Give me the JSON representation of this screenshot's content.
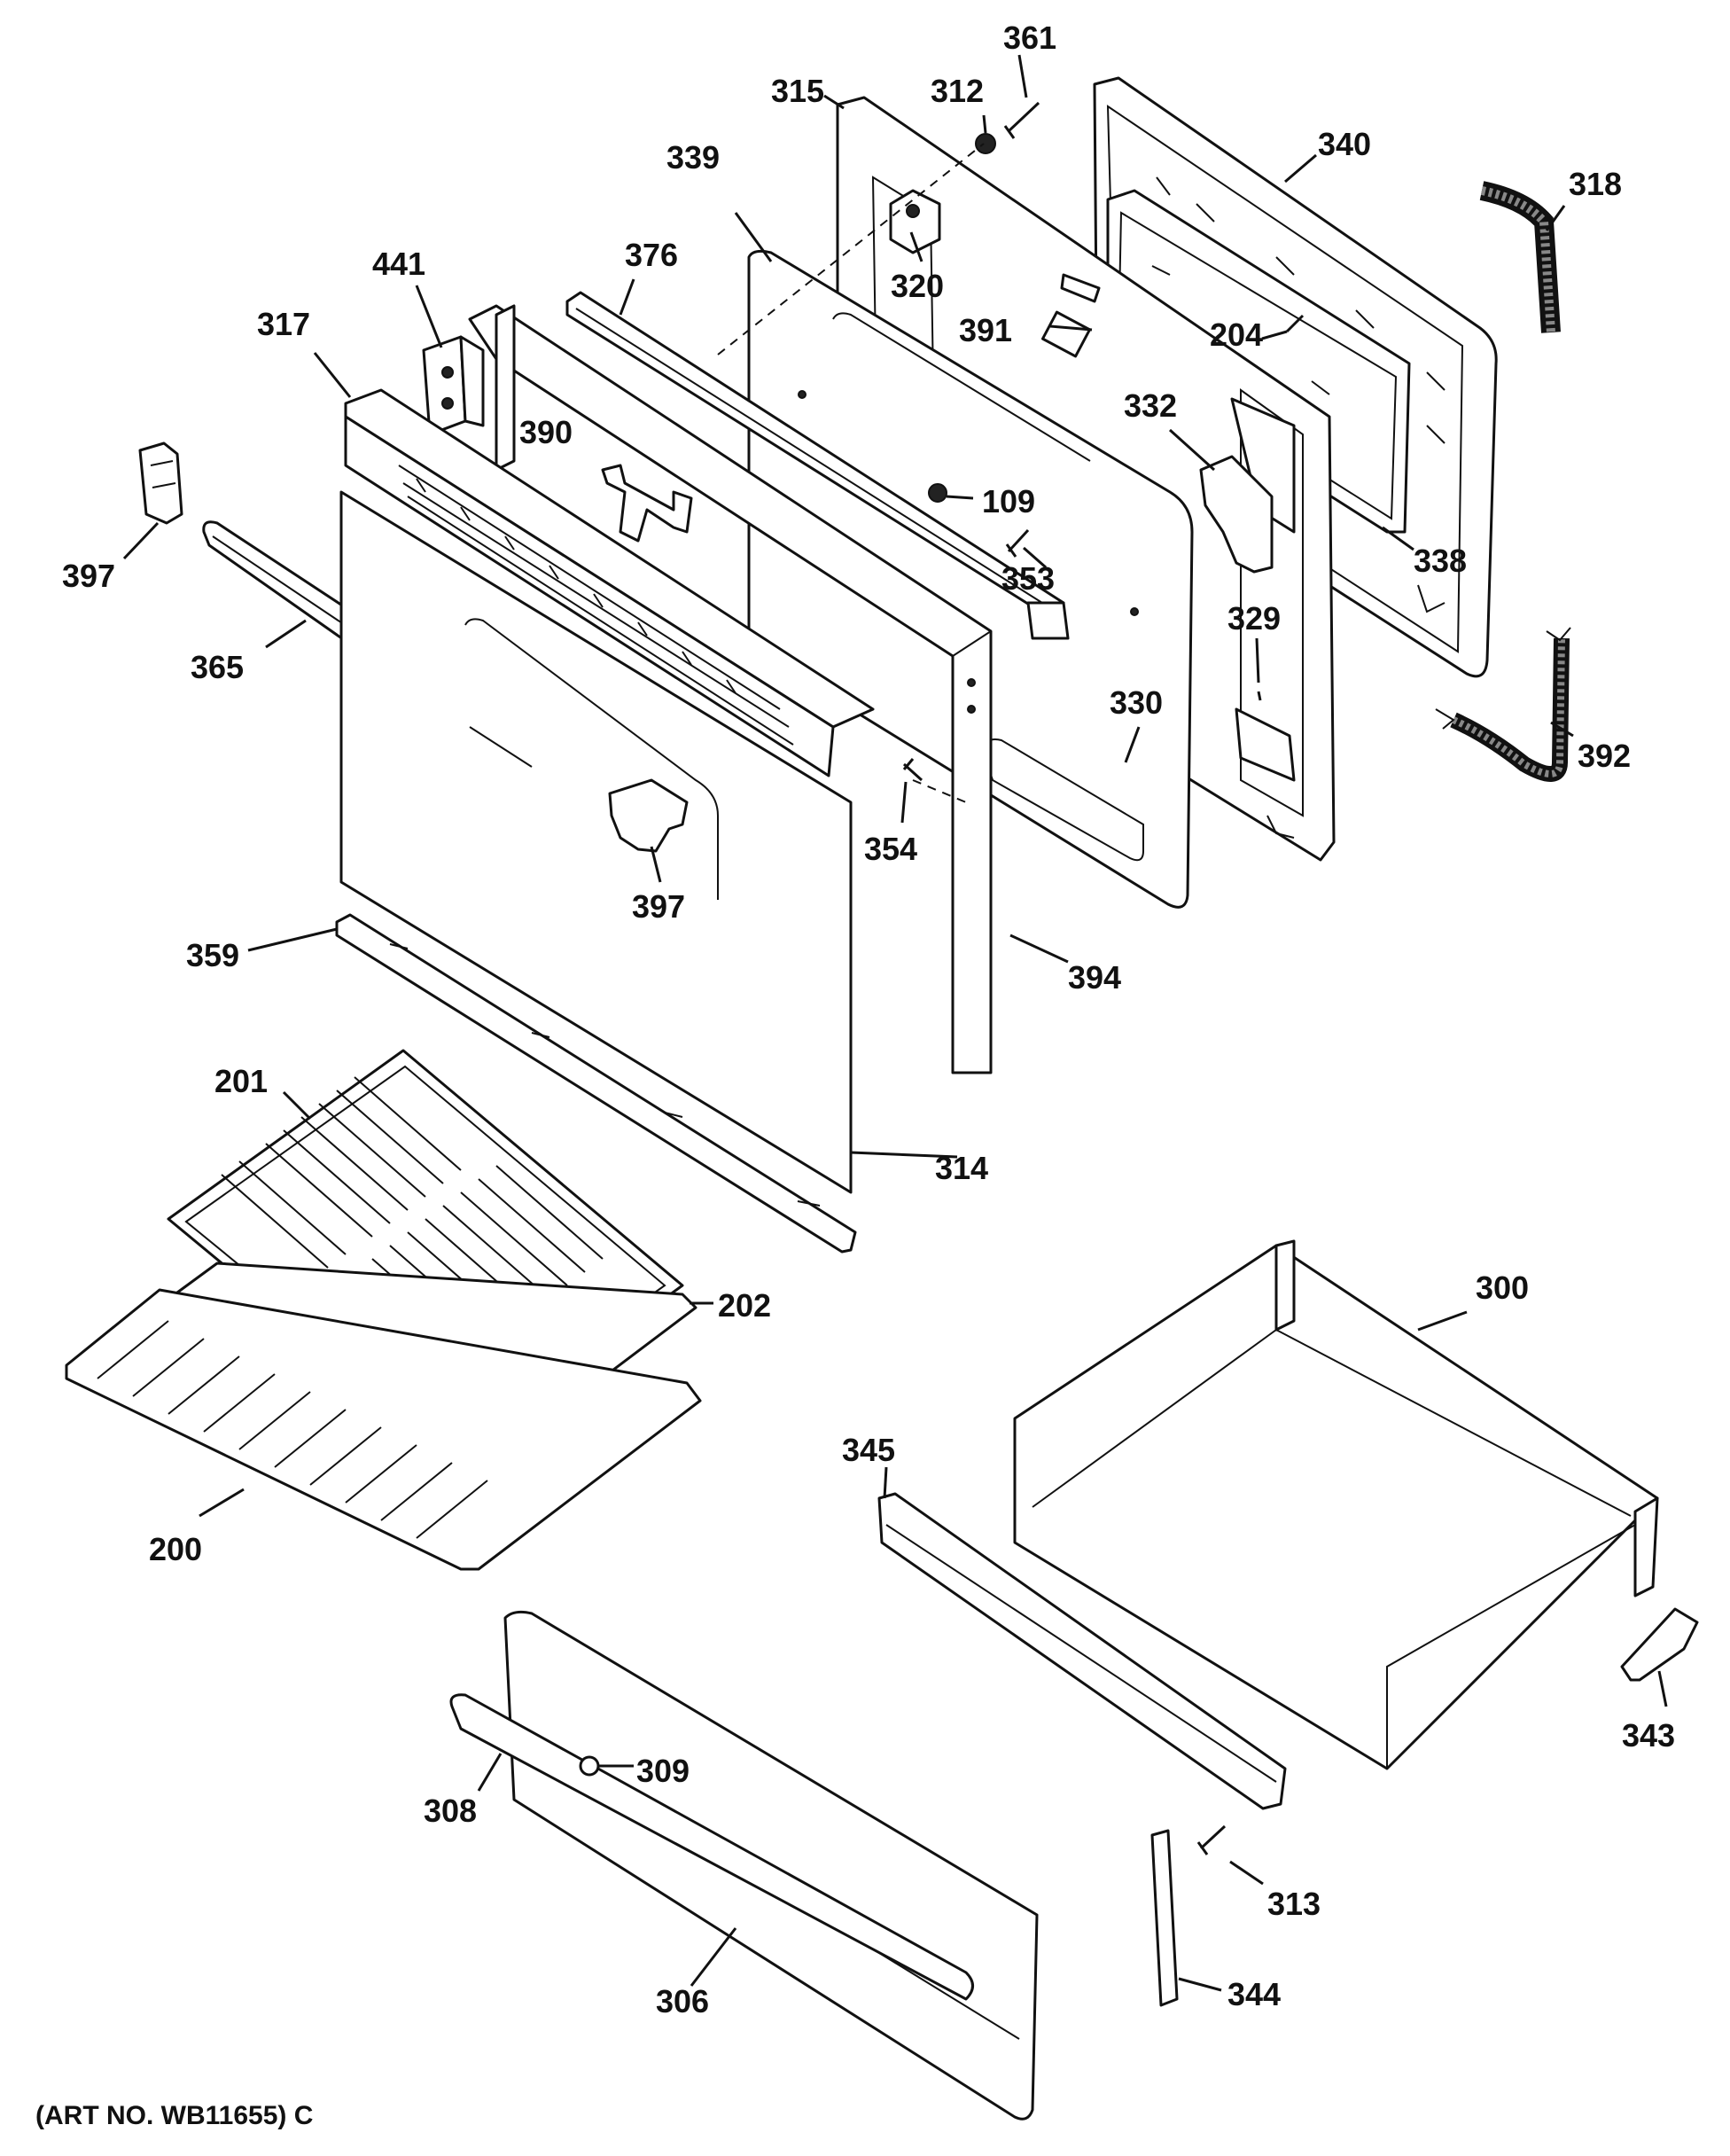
{
  "callouts": [
    "361",
    "315",
    "312",
    "340",
    "339",
    "318",
    "376",
    "320",
    "441",
    "391",
    "204",
    "317",
    "332",
    "390",
    "109",
    "338",
    "397",
    "353",
    "365",
    "329",
    "330",
    "392",
    "354",
    "397",
    "359",
    "394",
    "201",
    "314",
    "202",
    "300",
    "345",
    "200",
    "343",
    "309",
    "308",
    "313",
    "306",
    "344"
  ],
  "footer": {
    "art_number": "(ART NO. WB11655) C"
  }
}
